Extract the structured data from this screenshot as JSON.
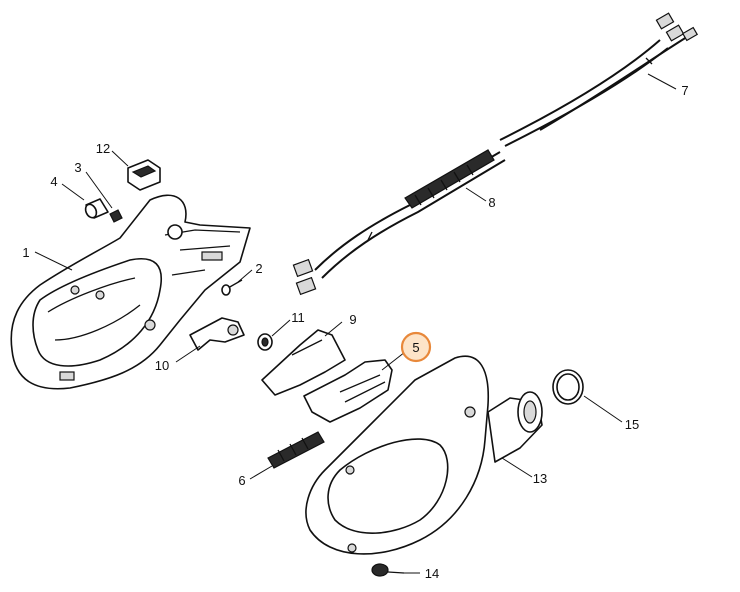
{
  "highlight_color": "#e8883a",
  "highlighted_part": "5",
  "callouts": {
    "p1": "1",
    "p2": "2",
    "p3": "3",
    "p4": "4",
    "p5": "5",
    "p6": "6",
    "p7": "7",
    "p8": "8",
    "p9": "9",
    "p10": "10",
    "p11": "11",
    "p12": "12",
    "p13": "13",
    "p14": "14",
    "p15": "15"
  }
}
